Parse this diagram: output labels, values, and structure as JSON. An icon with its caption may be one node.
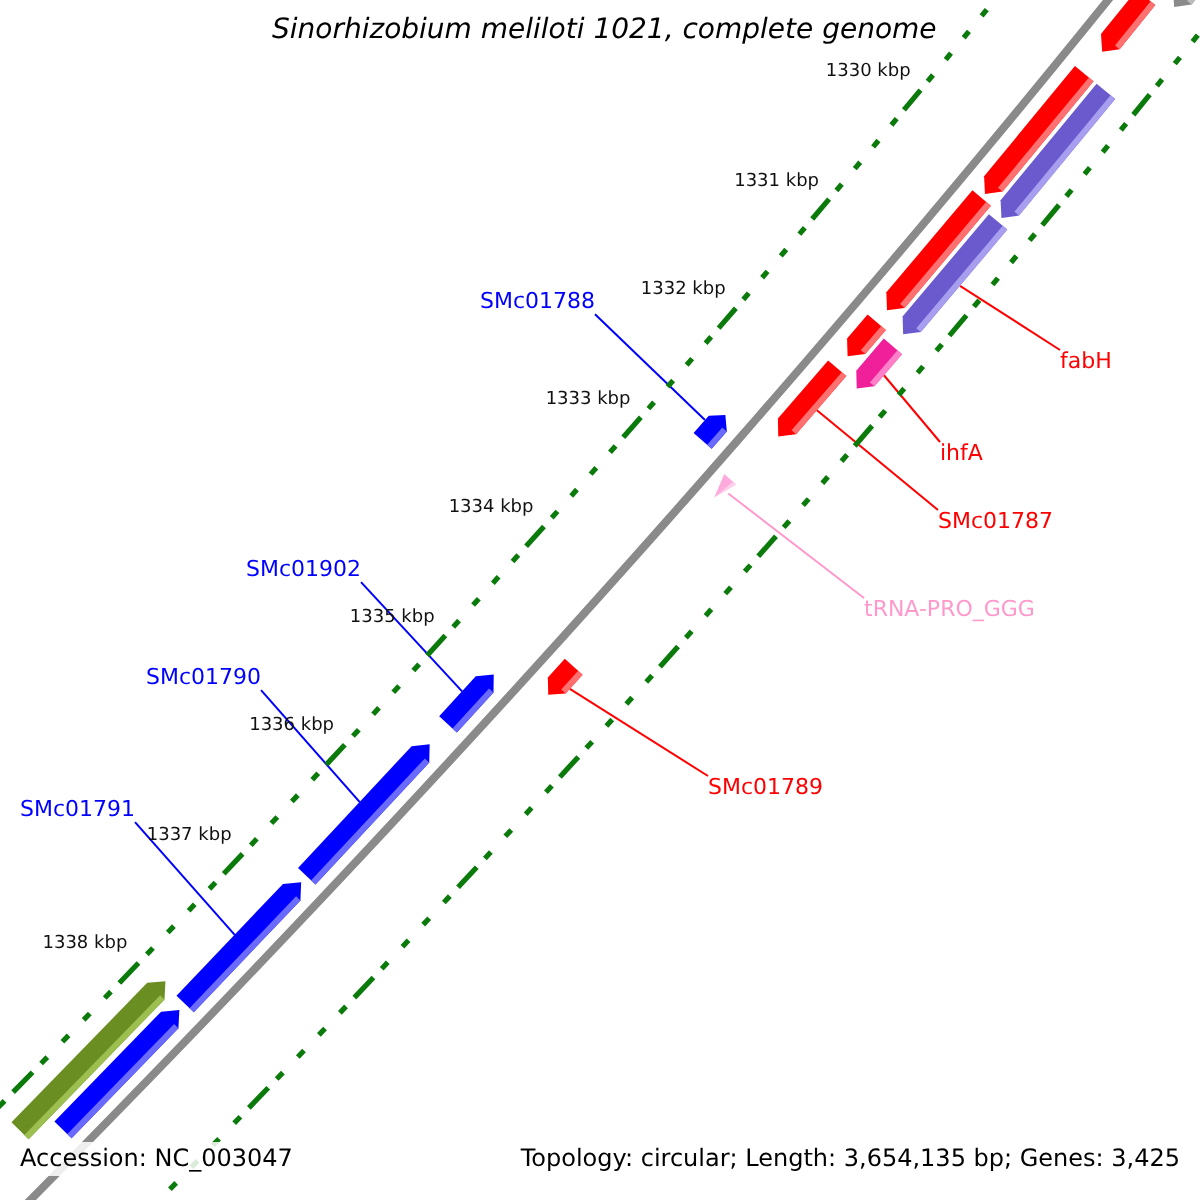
{
  "diagram": {
    "title": "Sinorhizobium meliloti 1021, complete genome",
    "nodes": [
      {
        "text": [
          "SMc01788"
        ]
      },
      {
        "text": [
          "fabH"
        ]
      },
      {
        "text": [
          "ihfA"
        ]
      },
      {
        "text": [
          "SMc01787"
        ]
      },
      {
        "text": [
          "tRNA-PRO_GGG"
        ]
      },
      {
        "text": [
          "SMc01902"
        ]
      },
      {
        "text": [
          "SMc01790"
        ]
      },
      {
        "text": [
          "SMc01789"
        ]
      },
      {
        "text": [
          "SMc01791"
        ]
      },
      {
        "text": [],
        "shape": "bar"
      },
      {
        "text": [],
        "shape": "bar"
      },
      {
        "text": [],
        "shape": "bar"
      },
      {
        "text": [],
        "shape": "bar"
      },
      {
        "text": [],
        "shape": "bar"
      },
      {
        "text": [],
        "shape": "bar"
      },
      {
        "text": [],
        "shape": "bar"
      },
      {
        "text": [],
        "shape": "bar"
      },
      {
        "text": [],
        "shape": "bar"
      },
      {
        "text": [],
        "shape": "triangle"
      },
      {
        "text": [],
        "shape": "bar"
      },
      {
        "text": [],
        "shape": "bar"
      },
      {
        "text": [],
        "shape": "bar"
      },
      {
        "text": [],
        "shape": "bar"
      },
      {
        "text": [],
        "shape": "bar"
      },
      {
        "text": [],
        "shape": "bar"
      },
      {
        "text": [],
        "shape": "bar"
      }
    ],
    "edges": [
      {
        "from": 0,
        "to": 17,
        "arrow": "none",
        "color": "#0000ff"
      },
      {
        "from": 1,
        "to": 13,
        "arrow": "none",
        "color": "#ff0000"
      },
      {
        "from": 2,
        "to": 15,
        "arrow": "none",
        "color": "#ff0000"
      },
      {
        "from": 3,
        "to": 16,
        "arrow": "none",
        "color": "#ff0000"
      },
      {
        "from": 4,
        "to": 18,
        "arrow": "none",
        "color": "#ff99cc"
      },
      {
        "from": 5,
        "to": 20,
        "arrow": "none",
        "color": "#0000ff"
      },
      {
        "from": 6,
        "to": 21,
        "arrow": "none",
        "color": "#0000ff"
      },
      {
        "from": 7,
        "to": 19,
        "arrow": "none",
        "color": "#ff0000"
      },
      {
        "from": 8,
        "to": 22,
        "arrow": "none",
        "color": "#0000ff"
      }
    ],
    "labels": [
      "1330 kbp",
      "1331 kbp",
      "1332 kbp",
      "1333 kbp",
      "1334 kbp",
      "1335 kbp",
      "1336 kbp",
      "1337 kbp",
      "1338 kbp",
      "Accession: NC_003047",
      "Topology: circular; Length: 3,654,135 bp; Genes: 3,425"
    ]
  }
}
